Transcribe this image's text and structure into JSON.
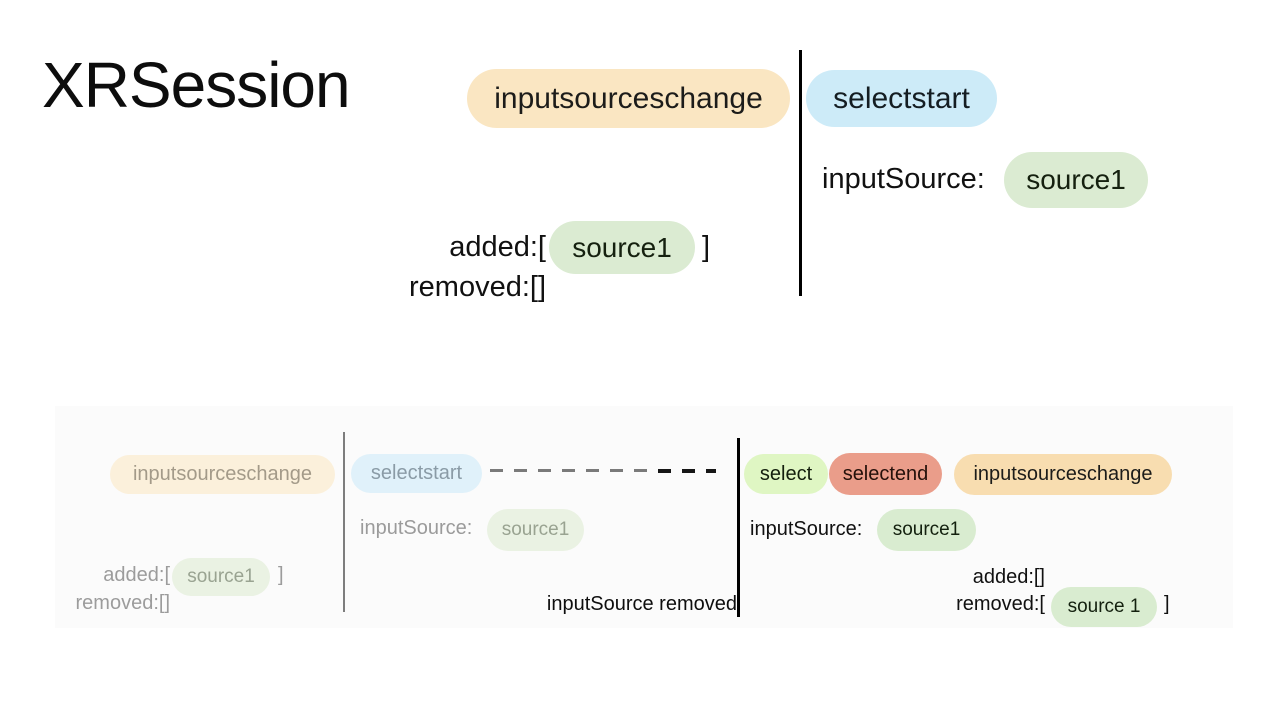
{
  "title": "XRSession",
  "colors": {
    "event_inputsourceschange": "#f8ddb0",
    "event_selectstart": "#cdebf8",
    "event_select": "#dff6c3",
    "event_selectend": "#ea9d8a",
    "source_chip_green": "#d9ecd0"
  },
  "top": {
    "inputsourceschange_pill": "inputsourceschange",
    "selectstart_pill": "selectstart",
    "input_source_label": "inputSource:",
    "input_source_value": "source1",
    "added_label": "added:[",
    "added_value": "source1",
    "added_close_bracket": "]",
    "removed_label": "removed:[]"
  },
  "timeline": {
    "past": {
      "inputsourceschange_pill": "inputsourceschange",
      "added_label": "added:[",
      "added_value": "source1",
      "added_close_bracket": "]",
      "removed_label": "removed:[]"
    },
    "active": {
      "selectstart_pill": "selectstart",
      "input_source_label": "inputSource:",
      "input_source_value": "source1",
      "note": "inputSource removed"
    },
    "current": {
      "select_pill": "select",
      "selectend_pill": "selectend",
      "inputsourceschange_pill": "inputsourceschange",
      "input_source_label": "inputSource:",
      "input_source_value": "source1",
      "added_label": "added:[]",
      "removed_label": "removed:[",
      "removed_value": "source 1",
      "removed_close_bracket": "]"
    }
  }
}
